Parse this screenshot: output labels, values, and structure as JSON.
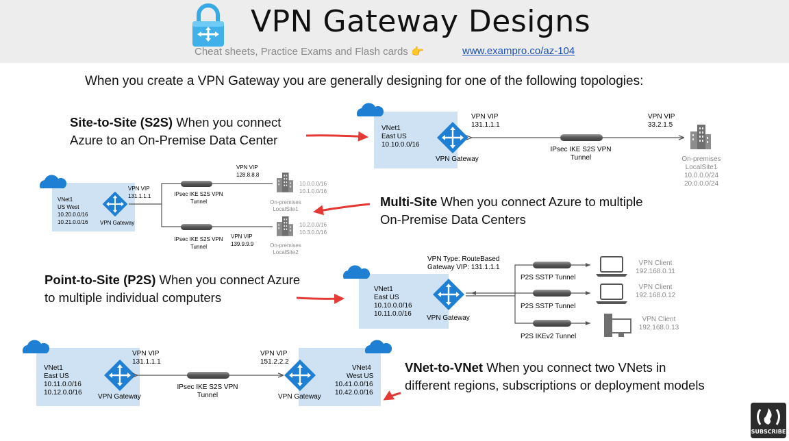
{
  "header": {
    "title": "VPN Gateway Designs",
    "subtitle": "Cheat sheets, Practice Exams and Flash cards 👉",
    "link": "www.exampro.co/az-104"
  },
  "intro": "When you create a VPN Gateway you are generally designing for one of the following topologies:",
  "s2s": {
    "heading": "Site-to-Site (S2S)",
    "text1": "When you connect",
    "text2": "Azure to an On-Premise Data Center",
    "vnet": [
      "VNet1",
      "East US",
      "10.10.0.0/16"
    ],
    "gateway": "VPN Gateway",
    "vip_left": [
      "VPN VIP",
      "131.1.1.1"
    ],
    "vip_right": [
      "VPN VIP",
      "33.2.1.5"
    ],
    "tunnel": [
      "IPsec IKE S2S VPN",
      "Tunnel"
    ],
    "site": [
      "On-premises",
      "LocalSite1",
      "10.0.0.0/24",
      "20.0.0.0/24"
    ]
  },
  "multisite": {
    "heading": "Multi-Site",
    "text1": "When you connect Azure to multiple",
    "text2": "On-Premise Data Centers",
    "vnet": [
      "VNet1",
      "US West",
      "10.20.0.0/16",
      "10.21.0.0/16"
    ],
    "gateway": "VPN Gateway",
    "vip_gw": [
      "VPN VIP",
      "131.1.1.1"
    ],
    "vip1": [
      "VPN VIP",
      "128.8.8.8"
    ],
    "vip2": [
      "VPN VIP",
      "139.9.9.9"
    ],
    "tunnel1": [
      "IPsec IKE S2S VPN",
      "Tunnel"
    ],
    "tunnel2": [
      "IPsec IKE S2S VPN",
      "Tunnel"
    ],
    "site1": [
      "On-premises",
      "LocalSite1"
    ],
    "site1_ranges": [
      "10.0.0.0/16",
      "10.1.0.0/16"
    ],
    "site2": [
      "On-premises",
      "LocalSite2"
    ],
    "site2_ranges": [
      "10.2.0.0/16",
      "10.3.0.0/16"
    ]
  },
  "p2s": {
    "heading": "Point-to-Site (P2S)",
    "text1": "When you connect Azure",
    "text2": "to multiple individual computers",
    "vnet": [
      "VNet1",
      "East US",
      "10.10.0.0/16",
      "10.11.0.0/16"
    ],
    "gateway": "VPN Gateway",
    "vpn_type": [
      "VPN Type: RouteBased",
      "Gateway VIP: 131.1.1.1"
    ],
    "tunnels": [
      "P2S SSTP Tunnel",
      "P2S SSTP Tunnel",
      "P2S IKEv2  Tunnel"
    ],
    "clients": [
      {
        "label": "VPN Client",
        "ip": "192.168.0.11"
      },
      {
        "label": "VPN Client",
        "ip": "192.168.0.12"
      },
      {
        "label": "VPN Client",
        "ip": "192.168.0.13"
      }
    ]
  },
  "v2v": {
    "heading": "VNet-to-VNet",
    "text1": "When you connect two VNets in",
    "text2": "different regions, subscriptions or deployment models",
    "vnet_left": [
      "VNet1",
      "East US",
      "10.11.0.0/16",
      "10.12.0.0/16"
    ],
    "vnet_right": [
      "VNet4",
      "West US",
      "10.41.0.0/16",
      "10.42.0.0/16"
    ],
    "gateway_left": "VPN Gateway",
    "gateway_right": "VPN Gateway",
    "vip_left": [
      "VPN VIP",
      "131.1.1.1"
    ],
    "vip_right": [
      "VPN VIP",
      "151.2.2.2"
    ],
    "tunnel": [
      "IPsec IKE S2S VPN",
      "Tunnel"
    ]
  },
  "badge": "SUBSCRIBE",
  "colors": {
    "vnet_fill": "#cfe2f3",
    "azure_blue": "#1e7fd3",
    "arrow_red": "#e53935",
    "link_blue": "#1a4fb5"
  }
}
